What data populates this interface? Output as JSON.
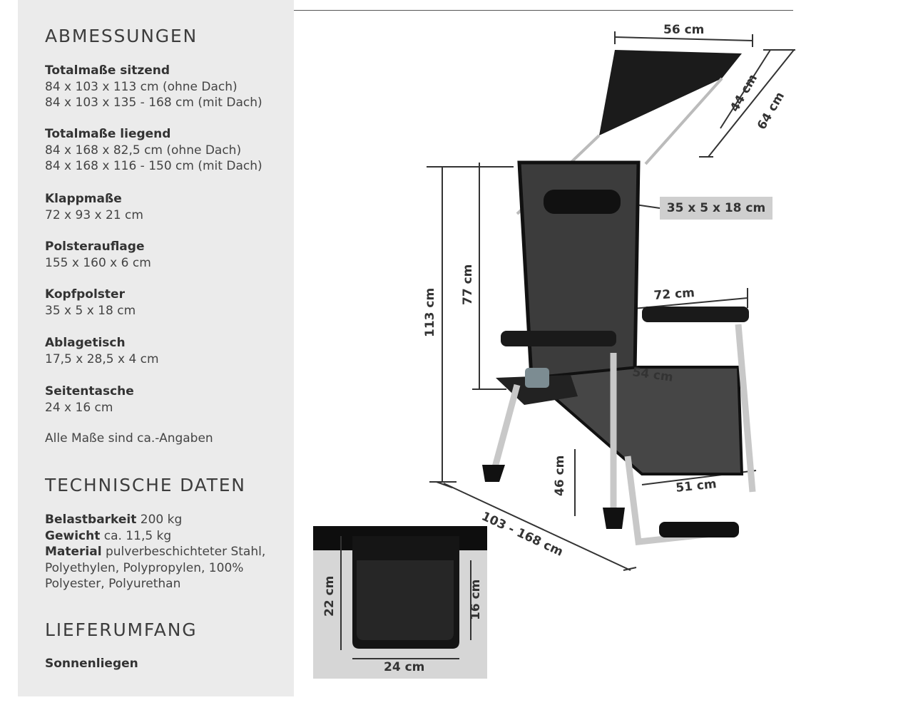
{
  "sections": {
    "dimensions_title": "ABMESSUNGEN",
    "tech_title": "TECHNISCHE DATEN",
    "delivery_title": "LIEFERUMFANG"
  },
  "specs": [
    {
      "title": "Totalmaße sitzend",
      "lines": [
        "84 x 103 x 113 cm (ohne Dach)",
        "84 x 103 x 135 - 168 cm (mit Dach)"
      ]
    },
    {
      "title": "Totalmaße liegend",
      "lines": [
        "84 x 168 x 82,5 cm (ohne Dach)",
        "84 x 168 x 116 - 150 cm (mit Dach)"
      ]
    },
    {
      "title": "Klappmaße",
      "lines": [
        "72 x 93 x 21 cm"
      ]
    },
    {
      "title": "Polsterauflage",
      "lines": [
        "155 x 160 x 6 cm"
      ]
    },
    {
      "title": "Kopfpolster",
      "lines": [
        "35 x 5 x 18 cm"
      ]
    },
    {
      "title": "Ablagetisch",
      "lines": [
        "17,5 x 28,5 x 4 cm"
      ]
    },
    {
      "title": "Seitentasche",
      "lines": [
        "24 x 16 cm"
      ]
    }
  ],
  "note": "Alle Maße sind ca.-Angaben",
  "tech": {
    "load_label": "Belastbarkeit",
    "load_value": "200 kg",
    "weight_label": "Gewicht",
    "weight_value": "ca. 11,5 kg",
    "material_label": "Material",
    "material_value": "pulverbeschichteter Stahl, Polyethylen, Polypropylen, 100% Polyester, Polyurethan"
  },
  "delivery": "Sonnenliegen",
  "diagram": {
    "canopy_width": "56 cm",
    "canopy_depth_a": "44 cm",
    "canopy_depth_b": "64 cm",
    "pillow": "35 x 5 x 18 cm",
    "height_total": "113 cm",
    "back_height": "77 cm",
    "arm_width": "72 cm",
    "seat_width": "54 cm",
    "seat_height": "46 cm",
    "foot_width": "51 cm",
    "length": "103 - 168 cm",
    "pocket_height_outer": "22 cm",
    "pocket_height_inner": "16 cm",
    "pocket_width": "24 cm"
  }
}
